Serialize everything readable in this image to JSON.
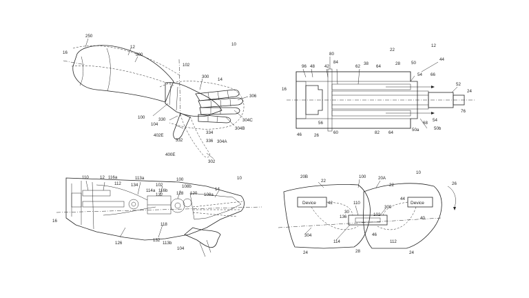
{
  "fig1": {
    "labels": [
      "10",
      "250",
      "12",
      "500",
      "16",
      "102",
      "300",
      "14",
      "306",
      "304C",
      "304B",
      "304A",
      "100",
      "330",
      "104",
      "402E",
      "332",
      "334",
      "336",
      "400E",
      "302"
    ]
  },
  "fig2": {
    "labels": [
      "22",
      "12",
      "80",
      "96",
      "48",
      "42",
      "84",
      "62",
      "38",
      "64",
      "28",
      "50",
      "44",
      "54",
      "66",
      "52",
      "16",
      "24",
      "76",
      "56",
      "46",
      "26",
      "60",
      "82",
      "64",
      "68",
      "54",
      "50a",
      "50b"
    ]
  },
  "fig3": {
    "labels": [
      "10",
      "110",
      "12",
      "116a",
      "112",
      "113a",
      "134",
      "102",
      "108b",
      "100",
      "114a",
      "116b",
      "108a",
      "122",
      "128",
      "120",
      "14",
      "16",
      "126",
      "132",
      "118",
      "113b",
      "104"
    ]
  },
  "fig4": {
    "labels": [
      "10",
      "20B",
      "22",
      "100",
      "20A",
      "22",
      "26",
      "42",
      "110",
      "300",
      "44",
      "40",
      "136",
      "30",
      "102",
      "304",
      "114",
      "46",
      "112",
      "28",
      "24",
      "24"
    ],
    "device_left": "Device",
    "device_right": "Device"
  }
}
